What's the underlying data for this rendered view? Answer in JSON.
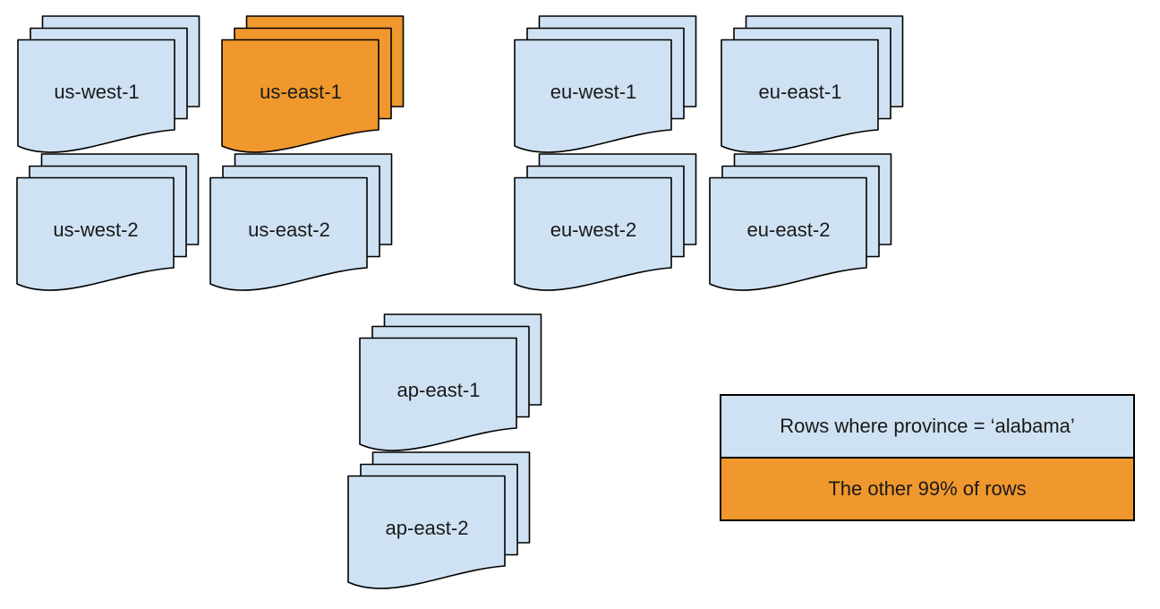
{
  "colors": {
    "partition": "#CFE2F3",
    "highlight": "#F0982D",
    "stroke": "#000000",
    "text": "#1a1a1a",
    "background": "#ffffff"
  },
  "stacks": [
    {
      "label": "us-west-1",
      "variant": "partition"
    },
    {
      "label": "us-east-1",
      "variant": "highlight"
    },
    {
      "label": "eu-west-1",
      "variant": "partition"
    },
    {
      "label": "eu-east-1",
      "variant": "partition"
    },
    {
      "label": "us-west-2",
      "variant": "partition"
    },
    {
      "label": "us-east-2",
      "variant": "partition"
    },
    {
      "label": "eu-west-2",
      "variant": "partition"
    },
    {
      "label": "eu-east-2",
      "variant": "partition"
    },
    {
      "label": "ap-east-1",
      "variant": "partition"
    },
    {
      "label": "ap-east-2",
      "variant": "partition"
    }
  ],
  "legend": {
    "items": [
      {
        "label": "Rows where province = ‘alabama’",
        "variant": "partition"
      },
      {
        "label": "The other 99% of rows",
        "variant": "highlight"
      }
    ]
  }
}
